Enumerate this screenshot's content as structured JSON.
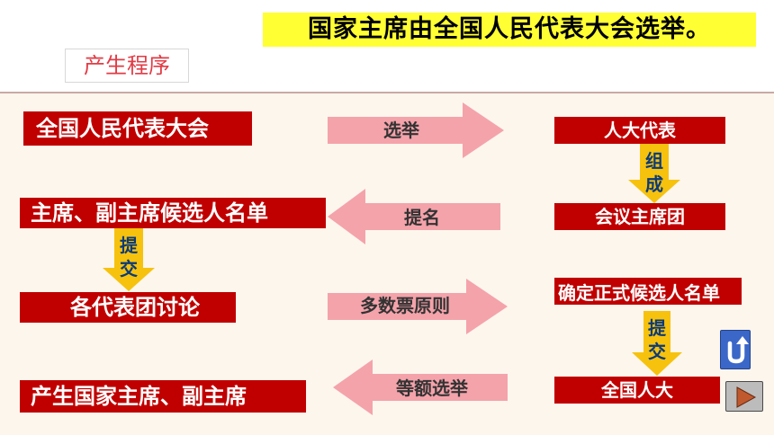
{
  "header": {
    "title": "国家主席由全国人民代表大会选举。",
    "subtitle": "产生程序"
  },
  "left_column": {
    "box1": "全国人民代表大会",
    "box2": "主席、副主席候选人名单",
    "box3": "各代表团讨论",
    "box4": "产生国家主席、副主席"
  },
  "right_column": {
    "box1": "人大代表",
    "box2": "会议主席团",
    "box3": "确定正式候选人名单",
    "box4": "全国人大"
  },
  "horizontal_arrows": {
    "a1": "选举",
    "a2": "提名",
    "a3": "多数票原则",
    "a4": "等额选举"
  },
  "vertical_arrows": {
    "right_top": "组成",
    "left": "提交",
    "right_bottom": "提交"
  },
  "colors": {
    "red_box": "#c00000",
    "title_highlight": "#ffff33",
    "arrow_pink": "#f4a3ab",
    "arrow_yellow": "#f6c20e",
    "subtitle_text": "#e23b45",
    "vlabel_text": "#0a3a7a"
  },
  "icons": {
    "back": "u-turn-arrow-icon",
    "play": "play-triangle-icon"
  }
}
